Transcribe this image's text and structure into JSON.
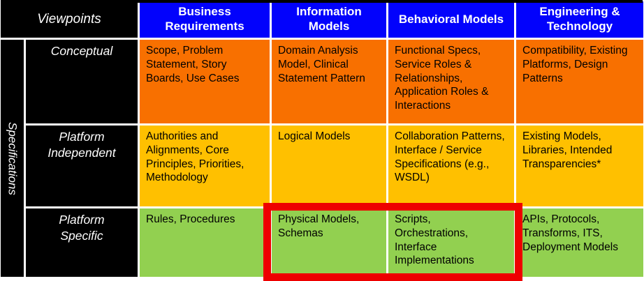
{
  "matrix": {
    "corner_header": "Viewpoints",
    "side_label": "Specifications",
    "column_headers": [
      "Business Requirements",
      "Information Models",
      "Behavioral Models",
      "Engineering & Technology"
    ],
    "rows": [
      {
        "header": "Conceptual",
        "cells": [
          "Scope, Problem Statement, Story Boards, Use Cases",
          "Domain Analysis Model, Clinical Statement Pattern",
          "Functional Specs, Service Roles & Relationships, Application Roles & Interactions",
          "Compatibility, Existing Platforms, Design Patterns"
        ]
      },
      {
        "header": "Platform Independent",
        "cells": [
          "Authorities and Alignments,  Core Principles, Priorities, Methodology",
          "Logical Models",
          "Collaboration Patterns, Interface / Service Specifications  (e.g., WSDL)",
          "Existing Models, Libraries, Intended Transparencies*"
        ]
      },
      {
        "header": "Platform Specific",
        "cells": [
          "Rules, Procedures",
          "Physical Models, Schemas",
          "Scripts, Orchestrations, Interface Implementations",
          "APIs, Protocols, Transforms, ITS, Deployment Models"
        ]
      }
    ],
    "highlight": {
      "row": "Platform Specific",
      "columns": [
        "Information Models",
        "Behavioral Models"
      ]
    }
  },
  "colors": {
    "header_bg": "#0202FC",
    "header_text": "#FFFFFF",
    "black_bg": "#000000",
    "row1_bg": "#F87000",
    "row2_bg": "#FFC000",
    "row3_bg": "#92D050",
    "cell_text": "#000000",
    "highlight": "#EE0000"
  }
}
